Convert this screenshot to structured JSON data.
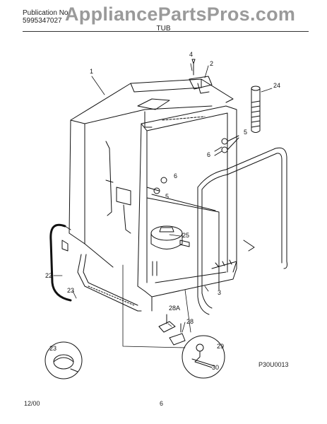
{
  "header": {
    "publication_label": "Publication No",
    "publication_number": "5995347027",
    "watermark": "AppliancePartsPros.com",
    "section_title": "TUB"
  },
  "callouts": {
    "c1": "1",
    "c2": "2",
    "c3": "3",
    "c4": "4",
    "c5a": "5",
    "c5b": "5",
    "c6a": "6",
    "c6b": "6",
    "c22": "22",
    "c23a": "23",
    "c23b": "23",
    "c24": "24",
    "c25": "25",
    "c28": "28",
    "c28a": "28A",
    "c29": "29",
    "c30": "30"
  },
  "diagram_code": "P30U0013",
  "footer": {
    "date": "12/00",
    "page": "6"
  }
}
